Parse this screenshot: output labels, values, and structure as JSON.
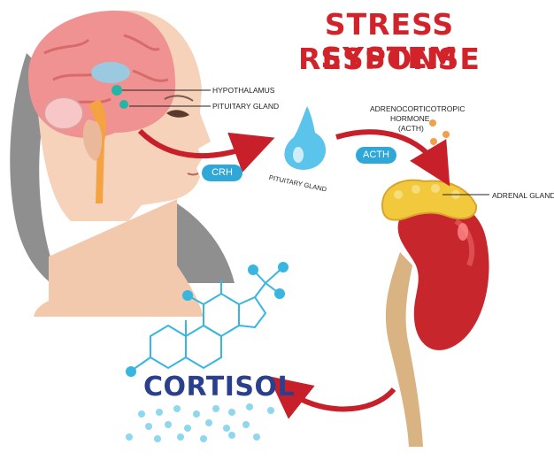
{
  "title": {
    "line1": "STRESS RESPONSE",
    "line2": "SYSTEM"
  },
  "labels": {
    "hypothalamus": "HYPOTHALAMUS",
    "pituitary_head": "PITUITARY GLAND",
    "pituitary_gland": "PITUITARY GLAND",
    "acth_full_1": "ADRENOCORTICOTROPIC",
    "acth_full_2": "HORMONE",
    "acth_full_3": "(ACTH)",
    "adrenal_gland": "ADRENAL GLAND",
    "crh": "CRH",
    "acth": "ACTH",
    "cortisol": "CORTISOL"
  },
  "colors": {
    "title": "#d2232a",
    "arrow": "#c8202a",
    "pill": "#2fa8d8",
    "cortisol_text": "#2b3f8f",
    "molecule": "#38b6e0",
    "kidney": "#c7262c",
    "adrenal": "#f2c93c",
    "skin": "#f6d2bb",
    "hair": "#8c8c8c",
    "brain": "#f08e8e"
  }
}
